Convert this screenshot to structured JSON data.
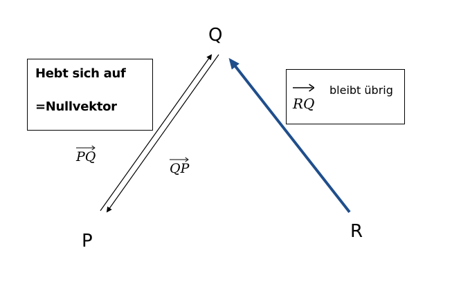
{
  "points": {
    "q": "Q",
    "p": "P",
    "r": "R"
  },
  "vectors": {
    "pq": "PQ",
    "qp": "QP",
    "rq": "RQ"
  },
  "box_left": {
    "line1": "Hebt sich auf",
    "line2": "=Nullvektor"
  },
  "box_right": {
    "description": "bleibt übrig"
  },
  "colors": {
    "thin_arrow": "#000000",
    "thick_arrow": "#1f4e8c"
  }
}
